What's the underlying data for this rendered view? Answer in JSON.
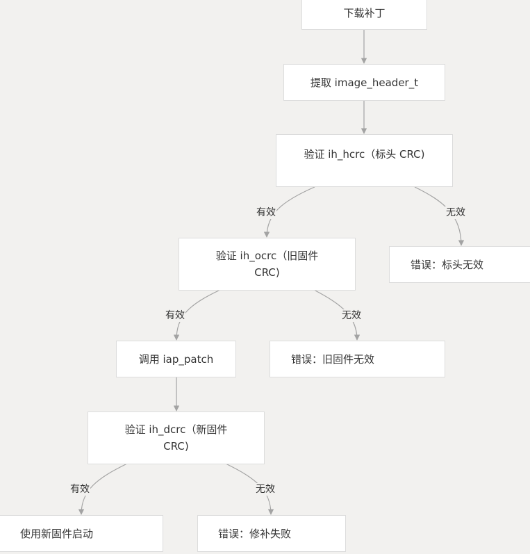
{
  "nodes": {
    "download": "下载补丁",
    "extract": "提取 image_header_t",
    "verify_hcrc": "验证 ih_hcrc（标头 CRC)",
    "verify_ocrc_line1": "验证 ih_ocrc（旧固件",
    "verify_ocrc_line2": "CRC)",
    "error_header": "错误：标头无效",
    "call_patch": "调用 iap_patch",
    "error_old": "错误：旧固件无效",
    "verify_dcrc_line1": "验证 ih_dcrc（新固件",
    "verify_dcrc_line2": "CRC)",
    "boot_new": "使用新固件启动",
    "error_patch": "错误：修补失败"
  },
  "edges": {
    "hcrc_valid": "有效",
    "hcrc_invalid": "无效",
    "ocrc_valid": "有效",
    "ocrc_invalid": "无效",
    "dcrc_valid": "有效",
    "dcrc_invalid": "无效"
  },
  "colors": {
    "background": "#f2f1ef",
    "node_fill": "#ffffff",
    "node_border": "#dcdcdc",
    "edge": "#a3a3a3",
    "text": "#333333"
  }
}
